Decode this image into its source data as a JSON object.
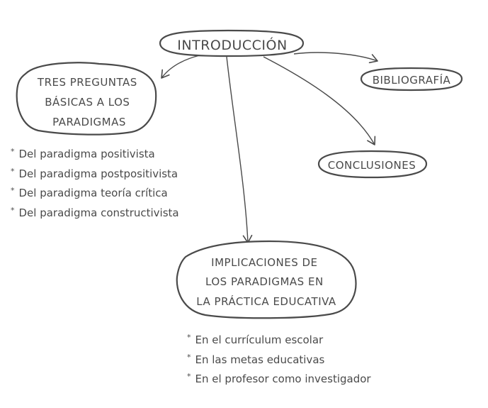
{
  "nodes": {
    "introduccion": {
      "lines": [
        "INTRODUCCIÓN"
      ]
    },
    "tres_preguntas": {
      "lines": [
        "TRES PREGUNTAS",
        "BÁSICAS A LOS",
        "PARADIGMAS"
      ]
    },
    "bibliografia": {
      "lines": [
        "BIBLIOGRAFÍA"
      ]
    },
    "conclusiones": {
      "lines": [
        "CONCLUSIONES"
      ]
    },
    "implicaciones": {
      "lines": [
        "IMPLICACIONES DE",
        "LOS PARADIGMAS EN",
        "LA PRÁCTICA EDUCATIVA"
      ]
    }
  },
  "lists": {
    "paradigmas": {
      "bullet": "*",
      "items": [
        "Del paradigma positivista",
        "Del paradigma postpositivista",
        "Del paradigma teoría crítica",
        "Del paradigma constructivista"
      ]
    },
    "implicaciones": {
      "bullet": "*",
      "items": [
        "En el currículum escolar",
        "En las metas educativas",
        "En el profesor como investigador"
      ]
    }
  },
  "colors": {
    "ink": "#4a4a4a",
    "background": "#ffffff"
  }
}
